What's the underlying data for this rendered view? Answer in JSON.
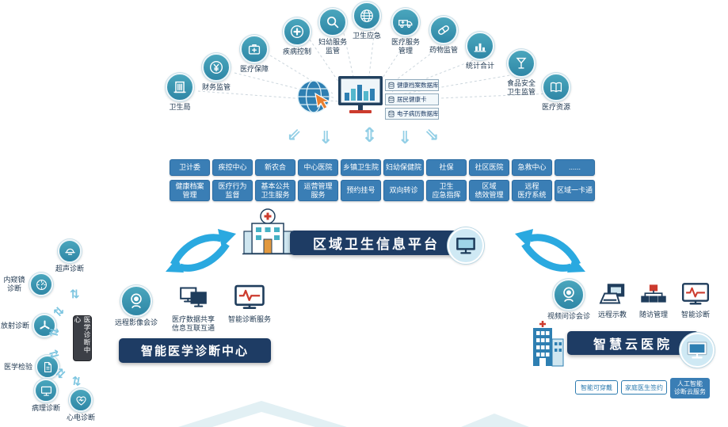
{
  "colors": {
    "circle_teal": "#3e9ab4",
    "button_blue": "#3a7eb5",
    "banner_navy": "#1e3c64",
    "arrow_cyan": "#2aa9e0"
  },
  "top_arc": [
    {
      "label": "卫生局",
      "icon": "building"
    },
    {
      "label": "财务监管",
      "icon": "yen"
    },
    {
      "label": "医疗保障",
      "icon": "medkit"
    },
    {
      "label": "疾病控制",
      "icon": "cross"
    },
    {
      "label": "妇幼服务\n监管",
      "icon": "magnifier"
    },
    {
      "label": "卫生应急",
      "icon": "globe"
    },
    {
      "label": "医疗服务\n管理",
      "icon": "ambulance"
    },
    {
      "label": "药物监管",
      "icon": "pill"
    },
    {
      "label": "统计合计",
      "icon": "bars"
    },
    {
      "label": "食品安全\n卫生监管",
      "icon": "glass"
    },
    {
      "label": "医疗资源",
      "icon": "book"
    }
  ],
  "databases": [
    {
      "label": "健康档案数据库",
      "icon": "db"
    },
    {
      "label": "居民健康卡",
      "icon": "db"
    },
    {
      "label": "电子病历数据库",
      "icon": "db"
    }
  ],
  "org_row": [
    "卫计委",
    "疾控中心",
    "新农合",
    "中心医院",
    "乡镇卫生院",
    "妇幼保健院",
    "社保",
    "社区医院",
    "急救中心",
    "......"
  ],
  "service_row": [
    "健康档案\n管理",
    "医疗行为\n监督",
    "基本公共\n卫生服务",
    "运营管理\n服务",
    "预约挂号",
    "双向转诊",
    "卫生\n应急指挥",
    "区域\n绩效管理",
    "远程\n医疗系统",
    "区域一卡通"
  ],
  "platform": {
    "title": "区域卫生信息平台",
    "badge_icon": "monitor-navy"
  },
  "diagnosis_center": {
    "cycle": [
      {
        "label": "超声诊断",
        "icon": "dome"
      },
      {
        "label": "内窥镜\n诊断",
        "icon": "gauge"
      },
      {
        "label": "放射诊断",
        "icon": "radiation"
      },
      {
        "label": "医学检验",
        "icon": "doc"
      },
      {
        "label": "病理诊断",
        "icon": "monitor"
      },
      {
        "label": "心电诊断",
        "icon": "heart"
      }
    ],
    "device_label": "医学诊断中心",
    "services": [
      {
        "label": "远程影像会诊",
        "icon": "webcam"
      },
      {
        "label": "医疗数据共享\n信息互联互通",
        "icon": "screens"
      },
      {
        "label": "智能诊断服务",
        "icon": "ecg"
      }
    ],
    "banner": "智能医学诊断中心"
  },
  "cloud_hospital": {
    "services": [
      {
        "label": "视频问诊会诊",
        "icon": "webcam"
      },
      {
        "label": "远程示教",
        "icon": "laptop"
      },
      {
        "label": "随访管理",
        "icon": "orgchart"
      },
      {
        "label": "智能诊断",
        "icon": "ecg"
      }
    ],
    "banner": "智慧云医院",
    "badge_icon": "monitor-light",
    "buttons": [
      "智能可穿戴",
      "家庭医生签约",
      "人工智能\n诊断云服务"
    ]
  }
}
